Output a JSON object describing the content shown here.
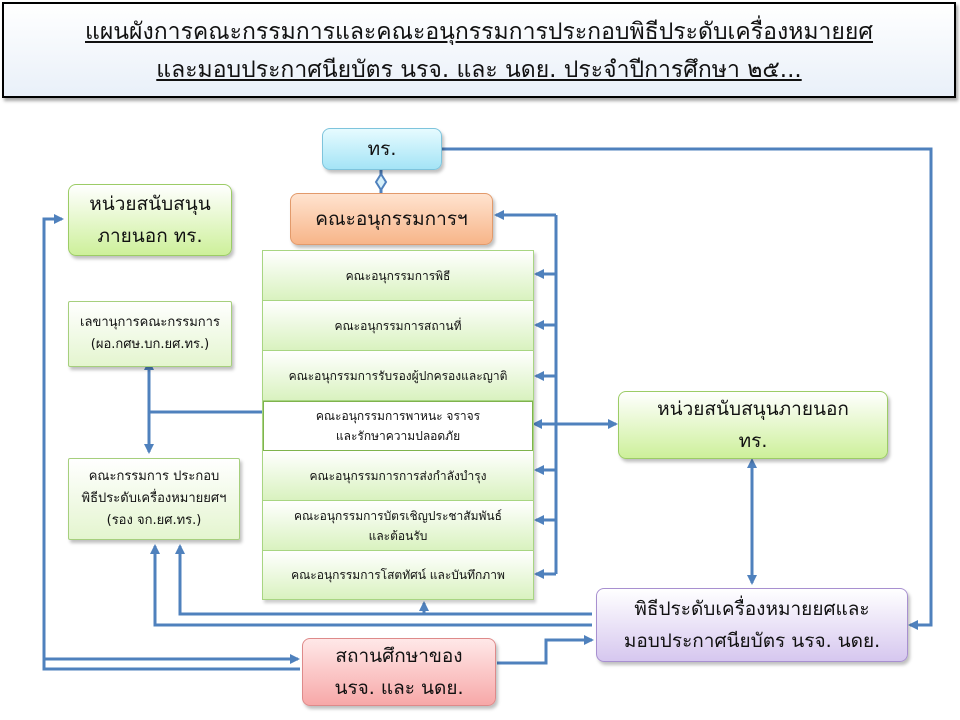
{
  "title": {
    "line1": "แผนผังการคณะกรรมการและคณะอนุกรรมการประกอบพิธีประดับเครื่องหมายยศ",
    "line2": "และมอบประกาศนียบัตร นรจ. และ นดย. ประจำปีการศึกษา ๒๕..."
  },
  "nodes": {
    "tr": "ทร.",
    "subcommittee": "คณะอนุกรรมการฯ",
    "external_left": [
      "หน่วยสนับสนุน",
      "ภายนอก ทร."
    ],
    "secretary": [
      "เลขานุการคณะกรรมการ",
      "(ผอ.กศษ.บก.ยศ.ทร.)"
    ],
    "committee": [
      "คณะกรรมการ ประกอบ",
      "พิธีประดับเครื่องหมายยศฯ",
      "(รอง จก.ยศ.ทร.)"
    ],
    "external_right": [
      "หน่วยสนับสนุนภายนอก",
      "ทร."
    ],
    "ceremony": [
      "พิธีประดับเครื่องหมายยศและ",
      "มอบประกาศนียบัตร นรจ. นดย."
    ],
    "schools": [
      "สถานศึกษาของ",
      "นรจ. และ นดย."
    ]
  },
  "subcommittees": [
    [
      "คณะอนุกรรมการพิธี"
    ],
    [
      "คณะอนุกรรมการสถานที่"
    ],
    [
      "คณะอนุกรรมการรับรองผู้ปกครองและญาติ"
    ],
    [
      "คณะอนุกรรมการพาหนะ  จราจร",
      "และรักษาความปลอดภัย"
    ],
    [
      "คณะอนุกรรมการการส่งกำลังบำรุง"
    ],
    [
      "คณะอนุกรรมการบัตรเชิญประชาสัมพันธ์",
      "และต้อนรับ"
    ],
    [
      "คณะอนุกรรมการโสตทัศน์  และบันทึกภาพ"
    ]
  ],
  "colors": {
    "connector": "#4f81bd"
  }
}
